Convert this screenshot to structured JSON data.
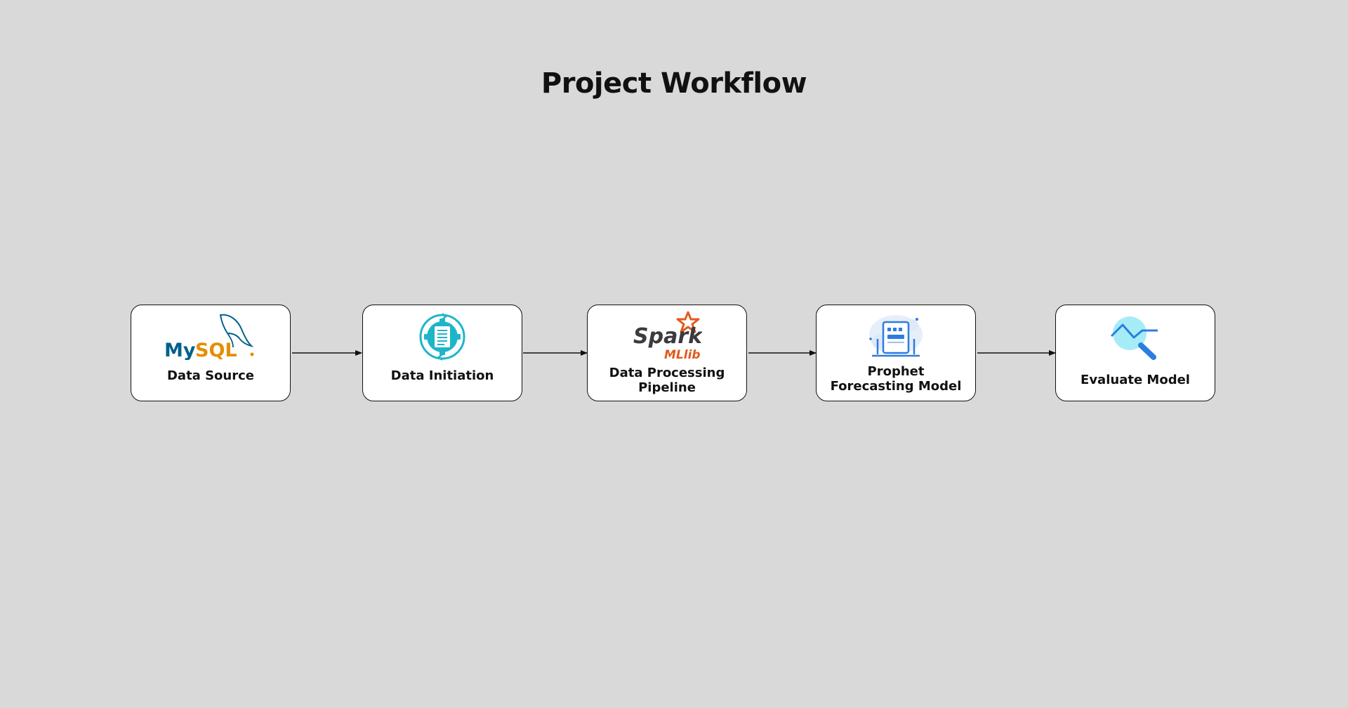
{
  "diagram": {
    "title": "Project Workflow",
    "nodes": [
      {
        "id": "data-source",
        "label": "Data Source",
        "icon": "mysql-logo-icon"
      },
      {
        "id": "data-initiation",
        "label": "Data Initiation",
        "icon": "data-gear-icon"
      },
      {
        "id": "data-processing",
        "label": "Data Processing\nPipeline",
        "icon": "spark-mllib-logo-icon"
      },
      {
        "id": "prophet-model",
        "label": "Prophet\nForecasting Model",
        "icon": "model-dashboard-icon"
      },
      {
        "id": "evaluate-model",
        "label": "Evaluate Model",
        "icon": "chart-magnifier-icon"
      }
    ],
    "edges": [
      {
        "from": "data-source",
        "to": "data-initiation"
      },
      {
        "from": "data-initiation",
        "to": "data-processing"
      },
      {
        "from": "data-processing",
        "to": "prophet-model"
      },
      {
        "from": "prophet-model",
        "to": "evaluate-model"
      }
    ],
    "logos": {
      "mysql_my": "My",
      "mysql_sql": "SQL",
      "spark": "Spark",
      "mllib": "MLlib"
    },
    "colors": {
      "background": "#d9d9d9",
      "node_fill": "#ffffff",
      "node_border": "#111111",
      "mysql_blue": "#00618a",
      "mysql_orange": "#e48e00",
      "spark_orange": "#e25a1c",
      "teal": "#1fb5c9",
      "blue": "#2b7de0"
    }
  }
}
